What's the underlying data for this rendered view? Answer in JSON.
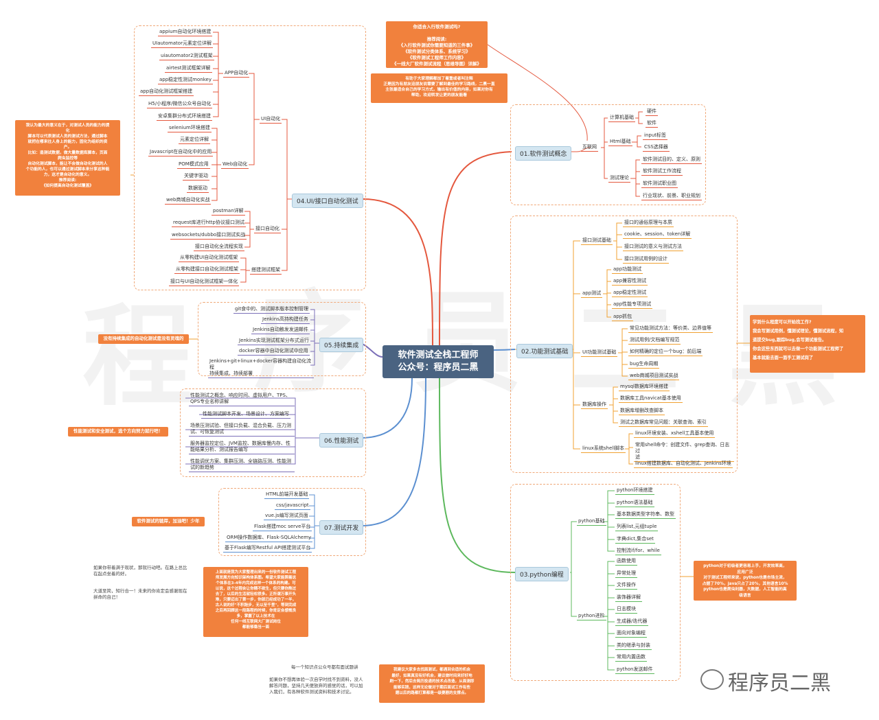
{
  "center": {
    "line1": "软件测试全栈工程师",
    "line2": "公众号：程序员二黑"
  },
  "watermark": {
    "c1": "程",
    "c2": "序",
    "c3": "员",
    "c4": "二",
    "c5": "黑"
  },
  "logo": "程序员二黑",
  "notes": {
    "top": "你适合入行软件测试吗?\n\n推荐阅读:\n《入行软件测试你需要知道的三件事》\n《软件测试分类体系、系统学习》\n《软件测试工程师工作内容》\n《一线大厂软件测试流程（思维导图）详解》",
    "top2": "有助于大家理解都加了着重或者叫注释\n正是因为有朋友迫朋友说需要了解到最佳的学习路线，二黑一直\n主张最适合自己的学习方式，输出有价值的内容，如果对你有\n帮助，欢迎转发让更的朋友能看",
    "ui": "我认为最大的意义在于，对测试人员的能力的提\n化\n脚本可以代表测试人员的测试方法，通过脚本\n就把在哪来往人身上的能力，固化为组织的资\n产。\n比如：造测试数据，做大量数据库脚本，页面\n爬虫监控等\n自动化测试脚本，能让不会做自动化测试的人\n个功能的人，也可以通过测试脚本来分享这种能\n力，这才是自动化的意义。\n推荐阅读:\n《如何提高自动化测试覆盖》",
    "ci": "没有持续集成的自动化测试是没有灵魂的",
    "perf": "性能测试和安全测试，选个方向努力就行吧！",
    "dev": "软件测试的链岸，加油吧！少年",
    "func": "学到什么程度可以开始找工作?\n我会写测试用例，懂测试理论，懂测试流程，知\n道提交bug,跟踪bug,会写测试报告。\n你会这些东西就可以去做一个功能测试工程师了\n基本就能去面一面手工测试岗了",
    "python": "python对于初级者更容易上手，开发效率高，\n应用广泛\n对于测试工程师来说，python也是市场主流，\n占据了70%，java只占了20%，其他语言10%\npython也是爬虫利器，大数据，人工智能的高\n级语言",
    "bottom1": "上面就是我为大家整理出来的一份软件测试工程\n师发展方向知识架构体系图。希望大家能照着这\n个体系在3-4年内完成这样一个体系的构建。可\n以说，这个过程会让你精不欲生，但只要你熬过\n去了，以后的生活就轻松很多。正所谓万事开头\n难，只要迈出了第一步，你就已经成功了一半，\n古人说的好\"不积跬步，无以至千里\"，等到完成\n之后再回顾这一段路程的时候，你肯定会感慨良\n多，掌握了以上技术在\n任何一线互联网大厂测试岗位\n都能够稳当一面",
    "bottom2": "我建议大家多去找面测试，都遇到合适的机会\n最好，如果真没有好机会，建议做时间来好好地\n刷一下，然后去简历投递的技术点改造，从面测即\n能够实践，这样无论做对于期后面试工作有些\n题以后的路都打算都是一级要剧的支撑点。"
  },
  "free_texts": {
    "f1": "如果你带着满于现状，那就行动吧。在路上总比\n在起点坐着的好。",
    "f2": "大道至简，知行合一！未来的你肯定会感谢现在\n拼命的自己！",
    "f3": "每一个知识点公众号都有面试题讲",
    "f4": "如果你不想再体验一次自学时找不到资料，没人\n解答问题，坚持几天便放弃的感觉的话，可以加\n入我们，有各种软件测试资料和技术讨论。"
  },
  "branches": {
    "b01": "01.软件测试概念",
    "b02": "02.功能测试基础",
    "b03": "03.python编程",
    "b04": "04.UI/接口自动化测试",
    "b05": "05.持续集成",
    "b06": "06.性能测试",
    "b07": "07.测试开发"
  },
  "b01": {
    "internet": "互联网",
    "computer": "计算机基础",
    "hardware": "硬件",
    "software": "软件",
    "html": "Html基础",
    "input": "input标签",
    "css": "CSS选择器",
    "concept": "测试理论",
    "c1": "软件测试目的、定义、原则",
    "c2": "软件测试工作流程",
    "c3": "软件测试职业图",
    "c4": "行业现状、前景、职业规划"
  },
  "b02": {
    "api": "接口测试基础",
    "a1": "接口的通俗原理与本质",
    "a2": "cookie、session、token详解",
    "a3": "接口测试的意义与测试方法",
    "a4": "接口测试用例的设计",
    "app": "app测试",
    "p1": "app功能测试",
    "p2": "app兼容性测试",
    "p3": "app稳定性测试",
    "p4": "app性能专项测试",
    "p5": "app抓包",
    "ui": "UI功能测试基础",
    "u1": "常见功能测试方法：等价类、边界值等",
    "u2": "测试用例/文档编写规范",
    "u3": "如何精确的定位一个bug：前后端",
    "u4": "bug生命周期",
    "u5": "web商城项目测试实战",
    "db": "数据库操作",
    "d1": "mysql数据库环境搭建",
    "d2": "数据库工具navicat基本使用",
    "d3": "数据库增删改查脚本",
    "d4": "测试之数据库常见问题：关联查询、索引",
    "linux": "linux系统shell脚本",
    "l1": "linux环境安装、xshell工具基本使用",
    "l2": "常用shell命令：创建文件、grep查询、日志过\n滤",
    "l3": "linux搭建数据库、自动化测试、Jenkins环境"
  },
  "b03": {
    "basic": "python基础",
    "b1": "python环境搭建",
    "b2": "python语法基础",
    "b3": "基本数据类型字符串、数型",
    "b4": "列表list,元组tuple",
    "b5": "字典dict,集合set",
    "b6": "控制流if/for、while",
    "adv": "python进阶",
    "v1": "函数使用",
    "v2": "异常处理",
    "v3": "文件操作",
    "v4": "装饰器详解",
    "v5": "日志模块",
    "v6": "生成器/迭代器",
    "v7": "面向对象编程",
    "v8": "类的继承与封装",
    "v9": "常用内置函数",
    "v10": "python发送邮件"
  },
  "b04": {
    "ui": "UI自动化",
    "app": "APP自动化",
    "a1": "appium自动化环境搭建",
    "a2": "UIautomator元素定位详解",
    "a3": "uiautomator2测试框架",
    "a4": "airtest测试框架详解",
    "a5": "app稳定性测试monkey",
    "a6": "app自动化测试框架搭建",
    "a7": "H5/小程序/微信公众号自动化",
    "a8": "安卓集群分布式环境搭建",
    "web": "Web自动化",
    "w1": "selenium环境搭建",
    "w2": "元素定位详解",
    "w3": "Javascript在自动化中的应用",
    "w4": "POM模式应用",
    "w5": "关键字驱动",
    "w6": "数据驱动",
    "w7": "web商城自动化实战",
    "api": "接口自动化",
    "i1": "postman详解",
    "i2": "request库进行http协议接口测试",
    "i3": "websockets/dubbo接口测试实战",
    "i4": "接口自动化全流程实现",
    "fw": "搭建测试框架",
    "f1": "从零构建UI自动化测试框架",
    "f2": "从零构建接口自动化测试框架",
    "f3": "接口与UI自动化测试框架一体化"
  },
  "b05": {
    "c1": "git食中的、测试脚本版本控制管理",
    "c2": "Jenkins高持构建任务",
    "c3": "Jenkins自动触发发送邮件",
    "c4": "Jenkins实现测试框架分布式运行",
    "c5": "docker容器中自动化测试中应用",
    "c6": "Jenkins+git+linux+docker容器构建自动化流程\n持续集成、持续部署"
  },
  "b06": {
    "p1": "性能测试之概念、响应时间、虚拟用户、TPS、\nQPS专业名称讲解",
    "p2": "性能测试脚本开发、场景设计、方案编写",
    "p3": "场景压测试验、但接口负载、混合负载、压力测\n试、可恢复测试",
    "p4": "服务器监控定位、JVM监控、数据库慢内存、性\n能结果分析、测试报告编写",
    "p5": "性能调优方案、集群压测、全链路压测、性能测\n试的新趋势"
  },
  "b07": {
    "d1": "HTML前端开发基础",
    "d2": "css/javascript",
    "d3": "vue.js编写测试页面",
    "d4": "Flask搭建moc serve平台",
    "d5": "ORM操作数据库、Flask-SQLAlchemy",
    "d6": "基于Flask编写Restful API搭建测试平台"
  }
}
